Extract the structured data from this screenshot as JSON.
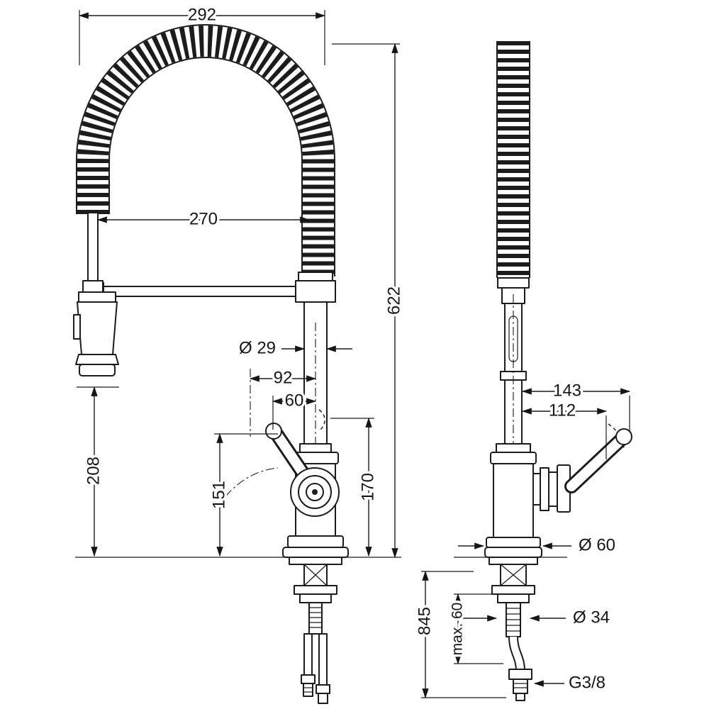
{
  "drawing": {
    "dims": {
      "w292": "292",
      "w270": "270",
      "h622": "622",
      "dia29": "Ø 29",
      "w92": "92",
      "w60": "60",
      "h208": "208",
      "h151": "151",
      "h170": "170",
      "w143": "143",
      "w112": "112",
      "dia60": "Ø 60",
      "dia34": "Ø 34",
      "h845": "845",
      "max60": "max. 60",
      "thread": "G3/8"
    }
  }
}
